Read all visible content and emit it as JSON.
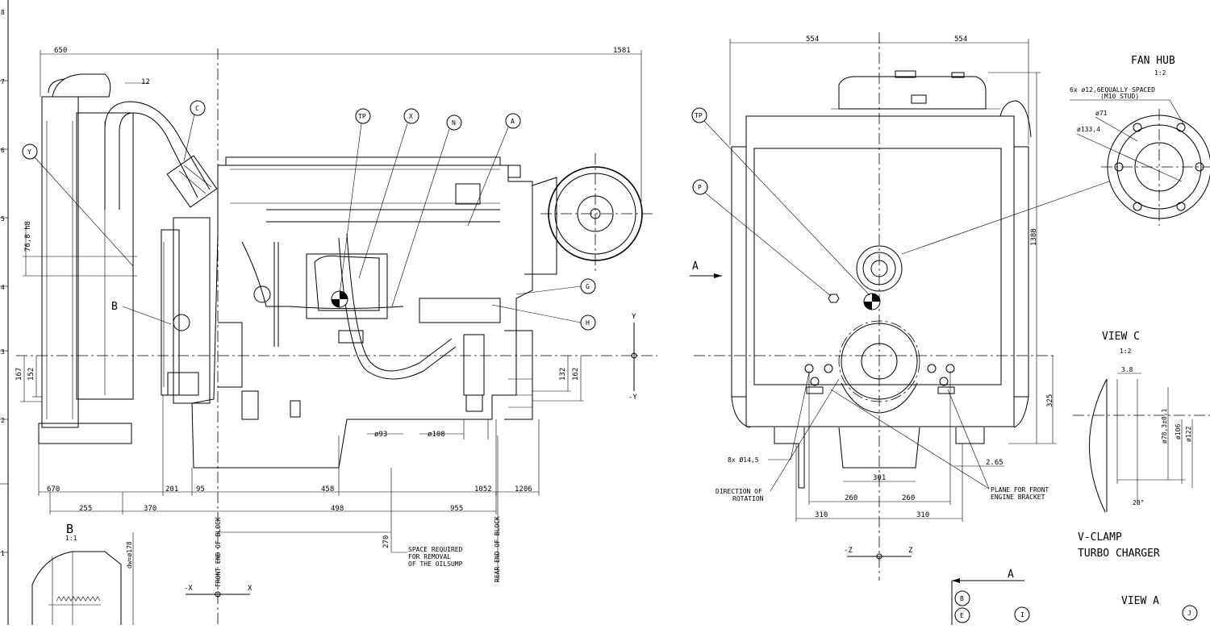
{
  "side_view": {
    "dims_top": {
      "left": "650",
      "right": "1581",
      "clearance": "12"
    },
    "dims_left": {
      "d768": "76,8 h8",
      "d167": "167",
      "d152": "152"
    },
    "dims_right": {
      "d132": "132",
      "d162": "162"
    },
    "dims_bottom_row1": [
      "670",
      "201",
      "95",
      "458",
      "1052",
      "1206"
    ],
    "dims_bottom_row2": [
      "255",
      "370",
      "498",
      "955"
    ],
    "dims_diameters": {
      "d93": "ø93",
      "d108": "ø108"
    },
    "dim_270": "270",
    "space_note": [
      "SPACE REQUIRED",
      "FOR REMOVAL",
      "OF THE OILSUMP"
    ],
    "front_label": "FRONT END OF BLOCK",
    "rear_label": "REAR END OF BLOCK",
    "callouts": [
      "TP",
      "X",
      "N",
      "A",
      "C",
      "Y",
      "G",
      "H"
    ],
    "letter_B": "B",
    "axis_y": {
      "pos": "Y",
      "neg": "-Y"
    },
    "axis_x": {
      "pos": "X",
      "neg": "-X"
    }
  },
  "detail_b": {
    "title": "B",
    "scale": "1:1",
    "dw": "dw=ø178"
  },
  "front_view": {
    "dims_top": [
      "554",
      "554"
    ],
    "dim_1388": "1388",
    "dim_325": "325",
    "dim_301": "301",
    "dims_260": [
      "260",
      "260"
    ],
    "dims_310": [
      "310",
      "310"
    ],
    "dim_265": "2.65",
    "holes": "8x Ø14,5",
    "rotation": [
      "DIRECTION OF",
      "ROTATION"
    ],
    "plane": [
      "PLANE FOR FRONT",
      "ENGINE BRACKET"
    ],
    "callouts": [
      "TP",
      "P"
    ],
    "arrow_a": "A",
    "axis_z": {
      "pos": "Z",
      "neg": "-Z"
    }
  },
  "fan_hub": {
    "title": "FAN HUB",
    "scale": "1:2",
    "note": [
      "6x ø12,6EQUALLY SPACED",
      "(M10 STUD)"
    ],
    "d71": "ø71",
    "d133": "ø133,4"
  },
  "view_c": {
    "title": "VIEW C",
    "scale": "1:2",
    "d38": "3.8",
    "d78": "ø78,3±0,1",
    "d106": "ø106",
    "d122": "ø122",
    "angle": "20°",
    "caption": [
      "V-CLAMP",
      "TURBO CHARGER"
    ]
  },
  "view_a": {
    "title": "VIEW A",
    "arrow": "A",
    "callouts": [
      "B",
      "E",
      "I",
      "J"
    ]
  },
  "margin_marks": [
    "8",
    "7",
    "6",
    "5",
    "4",
    "3",
    "2",
    "1"
  ]
}
